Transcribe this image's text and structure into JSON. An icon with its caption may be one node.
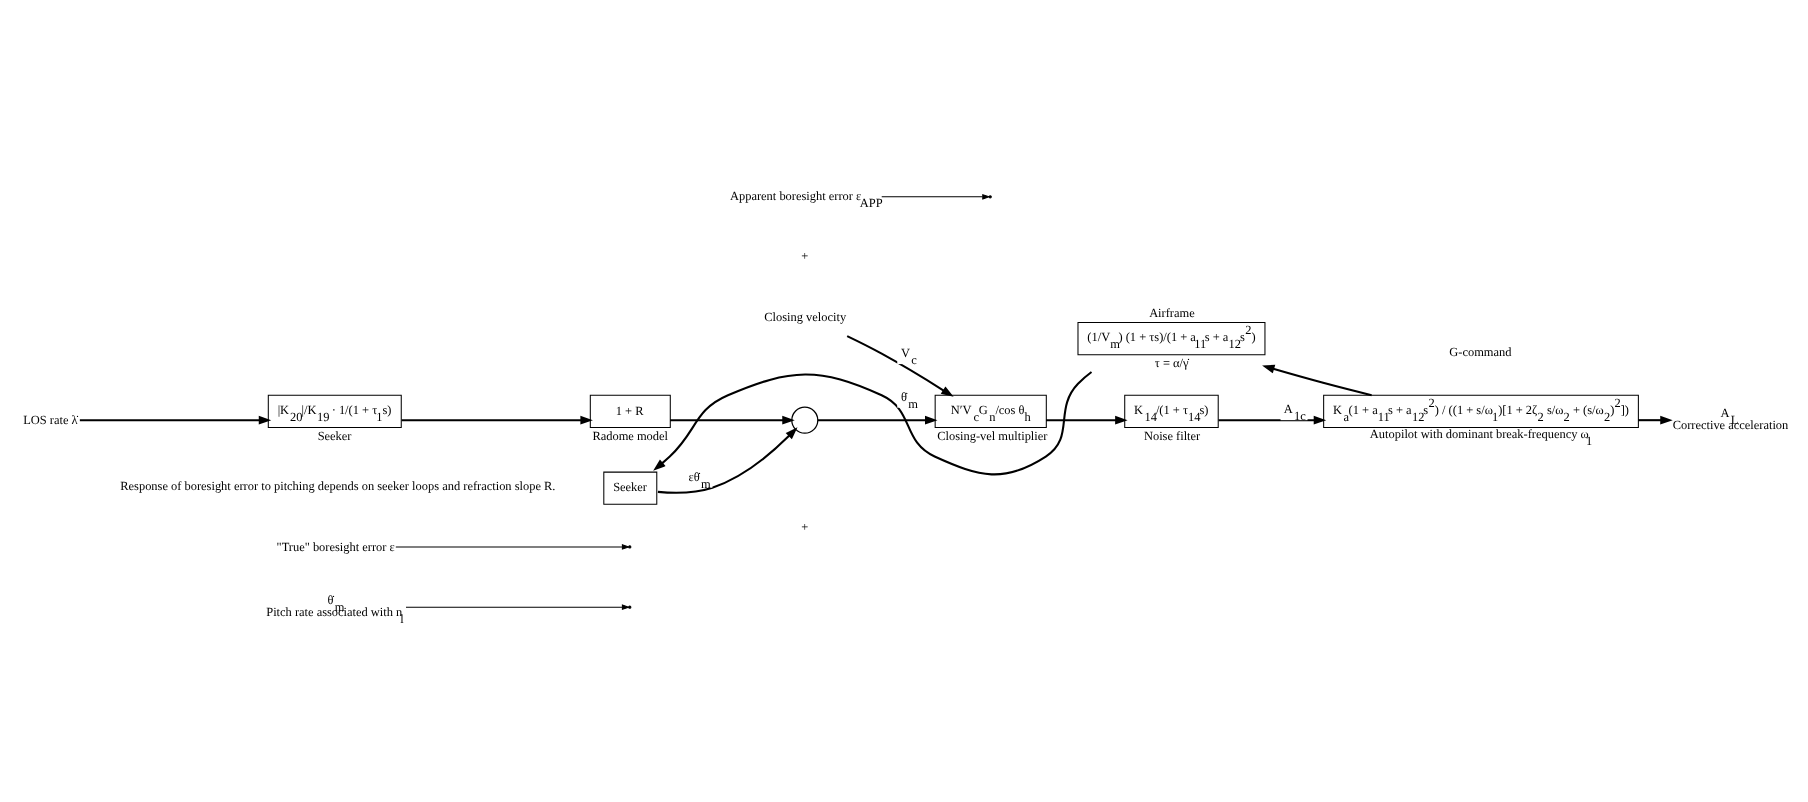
{
  "diagram": {
    "nodes": [
      {
        "text": [
          "LOS rate λ̇"
        ]
      },
      {
        "text": [
          "|K$_{20}$|/K$_{19}$ · 1/(1 + τ$_{1}$s)"
        ],
        "beside": [
          "Seeker"
        ]
      },
      {
        "text": [
          "\"True\" boresight error ε"
        ]
      },
      {
        "text": [
          "1 + R"
        ],
        "beside": [
          "Radome model"
        ]
      },
      {
        "text": [
          "Apparent boresight error ε$_{APP}$"
        ]
      },
      {
        "text": [],
        "shape": "circle"
      },
      {
        "text": [
          "Closing velocity"
        ]
      },
      {
        "text": [
          "N′V$_{c}$G$_{n}$/cos θ$_{h}$"
        ],
        "beside": [
          "Closing-vel multiplier"
        ]
      },
      {
        "text": [
          "K$_{14}$/(1 + τ$_{14}$s)"
        ],
        "beside": [
          "Noise filter"
        ]
      },
      {
        "text": [
          "K$_{a}$(1 + a$_{11}$s + a$_{12}$s$^{2}$) / ((1 + s/ω$_{1}$)[1 + 2ζ$_{2}$ s/ω$_{2}$ + (s/ω$_{2}$)$^{2}$])"
        ],
        "beside": [
          "Autopilot with dominant break-frequency ω$_{1}$"
        ]
      },
      {
        "text": [
          "A$_{L}$ Corrective acceleration"
        ]
      },
      {
        "text": [
          "Seeker"
        ]
      },
      {
        "text": [
          "Airframe",
          "(1/V$_{m}$) (1 + τs)/(1 + a$_{11}$s + a$_{12}$s$^{2}$)"
        ],
        "beside": [
          "τ = α/γ̇"
        ]
      },
      {
        "text": [
          "θ̇$_{m}$ Pitch rate associated with n$_{l}$"
        ]
      }
    ],
    "edges": [
      {
        "from": 0,
        "to": 1,
        "arrow": "to"
      },
      {
        "from": 1,
        "to": 3,
        "arrow": "to"
      },
      {
        "from": 2,
        "to": null,
        "arrow": "to"
      },
      {
        "from": 3,
        "to": 5,
        "arrow": "to"
      },
      {
        "from": 4,
        "to": null,
        "arrow": "to"
      },
      {
        "from": 5,
        "to": 7,
        "arrow": "to"
      },
      {
        "from": 6,
        "to": 7,
        "label": "V$_{c}$",
        "arrow": "to"
      },
      {
        "from": 7,
        "to": 8,
        "arrow": "to"
      },
      {
        "from": 8,
        "to": 9,
        "label": "A$_{1c}$",
        "arrow": "to"
      },
      {
        "from": 9,
        "to": 10,
        "arrow": "to"
      },
      {
        "from": 9,
        "to": 12,
        "arrow": "to"
      },
      {
        "from": 12,
        "to": 11,
        "label": "θ̇$_{m}$",
        "arrow": "to"
      },
      {
        "from": 11,
        "to": 5,
        "label": "εθ̇$_{m}$",
        "arrow": "to"
      },
      {
        "from": 13,
        "to": null,
        "arrow": "to"
      }
    ],
    "labels": [
      "G-command",
      "+",
      "+",
      "Response of boresight error to pitching depends on seeker loops and refraction slope R."
    ]
  }
}
